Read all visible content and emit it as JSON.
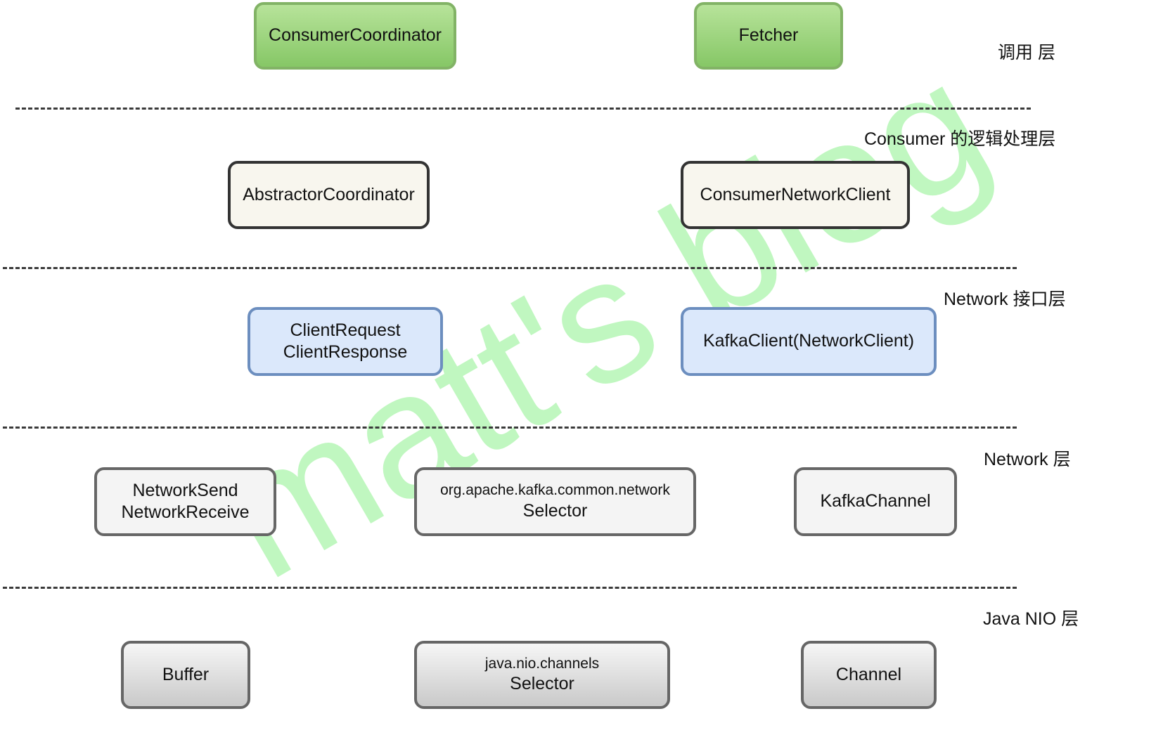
{
  "diagram": {
    "layers": [
      {
        "label": "调用 层"
      },
      {
        "label": "Consumer 的逻辑处理层"
      },
      {
        "label": "Network 接口层"
      },
      {
        "label": "Network 层"
      },
      {
        "label": "Java NIO 层"
      }
    ],
    "boxes": {
      "consumer_coordinator": {
        "text": "ConsumerCoordinator"
      },
      "fetcher": {
        "text": "Fetcher"
      },
      "abstractor_coordinator": {
        "text": "AbstractorCoordinator"
      },
      "consumer_network_client": {
        "text": "ConsumerNetworkClient"
      },
      "client_request_response": {
        "line1": "ClientRequest",
        "line2": "ClientResponse"
      },
      "kafka_client": {
        "text": "KafkaClient(NetworkClient)"
      },
      "network_send_receive": {
        "line1": "NetworkSend",
        "line2": "NetworkReceive"
      },
      "kafka_selector": {
        "line1": "org.apache.kafka.common.network",
        "line2": "Selector"
      },
      "kafka_channel": {
        "text": "KafkaChannel"
      },
      "buffer": {
        "text": "Buffer"
      },
      "nio_selector": {
        "line1": "java.nio.channels",
        "line2": "Selector"
      },
      "channel": {
        "text": "Channel"
      }
    },
    "watermark": {
      "text": "matt's blog",
      "color": "#8cf08c"
    },
    "colors": {
      "green_fill": "#a8d98a",
      "green_border": "#82b366",
      "blue_fill": "#dbe8fb",
      "blue_border": "#6c8ebf",
      "cream_fill": "#f8f6ee",
      "gray_border": "#666666"
    }
  }
}
